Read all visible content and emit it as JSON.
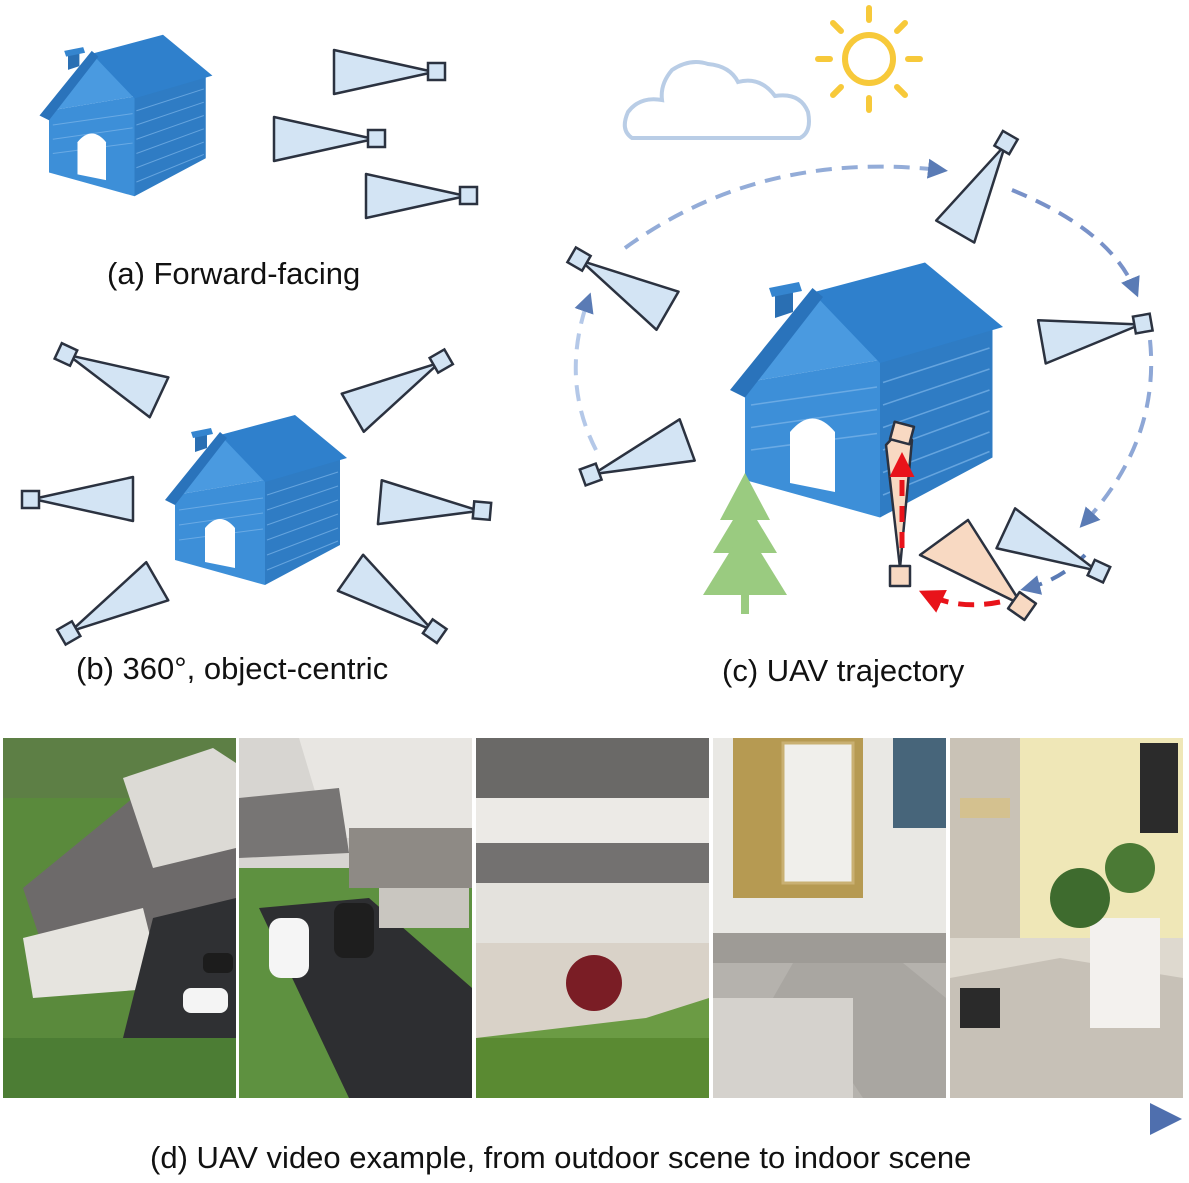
{
  "captions": {
    "forward_facing": "(a) Forward-facing",
    "object_centric": "(b) 360°, object-centric",
    "uav_trajectory": "(c) UAV trajectory",
    "video_example": "(d) UAV video example, from outdoor scene to indoor scene"
  },
  "colors": {
    "house_blue": "#3d8ed6",
    "house_dark": "#2a6fb3",
    "camera_fill": "#d3e4f4",
    "camera_stroke": "#2b3240",
    "trajectory_arrow": "#5a7bb5",
    "indoor_camera_fill": "#f8d9c2",
    "indoor_arrow": "#e8131a",
    "tree_green": "#9acb80",
    "sun_yellow": "#f7c93a",
    "cloud_outline": "#b9cde6"
  },
  "video_frames": [
    {
      "name": "aerial-house-overview"
    },
    {
      "name": "aerial-driveway-cars"
    },
    {
      "name": "front-facade"
    },
    {
      "name": "front-door-entrance"
    },
    {
      "name": "indoor-hallway"
    }
  ]
}
